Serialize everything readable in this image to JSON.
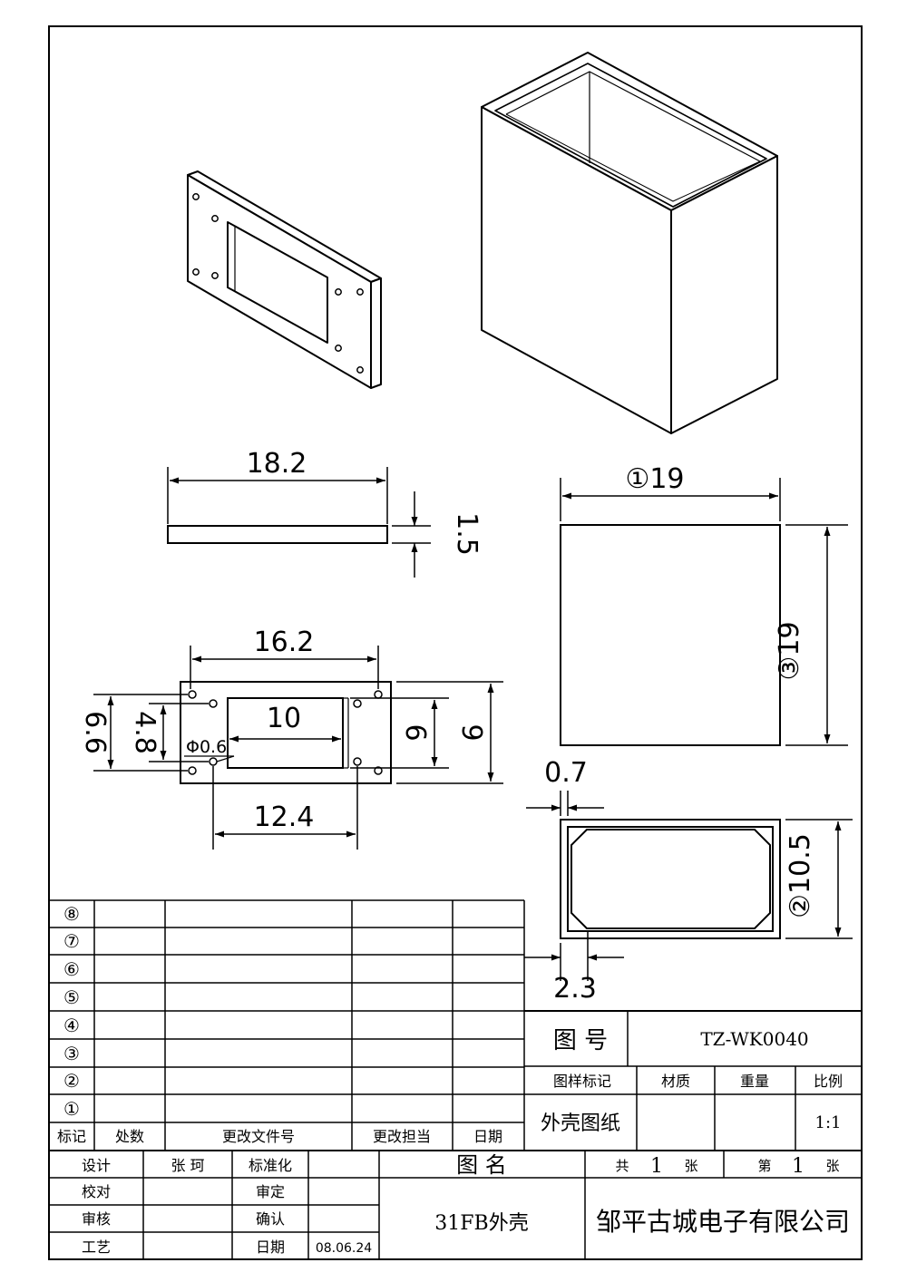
{
  "drawing": {
    "dims": {
      "bar_length": "18.2",
      "bar_thickness": "1.5",
      "hole_span": "16.2",
      "outer_height": "6.6",
      "hole_vspan": "4.8",
      "window_width": "10",
      "hole_dia": "Φ0.6",
      "window_height": "6",
      "plate_height": "9",
      "hole_hspan": "12.4",
      "box_width": "①19",
      "box_height": "③19",
      "wall": "0.7",
      "inner_offset": "2.3",
      "box_depth": "②10.5"
    }
  },
  "revision_table": {
    "row_marks": [
      "⑧",
      "⑦",
      "⑥",
      "⑤",
      "④",
      "③",
      "②",
      "①"
    ],
    "headers": [
      "标记",
      "处数",
      "更改文件号",
      "更改担当",
      "日期"
    ]
  },
  "title_block": {
    "drawing_no_label": "图 号",
    "drawing_no": "TZ-WK0040",
    "col_headers": [
      "图样标记",
      "材质",
      "重量",
      "比例"
    ],
    "sheet_mark": "外壳图纸",
    "material": "",
    "weight": "",
    "scale": "1:1",
    "design_label": "设计",
    "designer": "张 珂",
    "standardize_label": "标准化",
    "check_label": "校对",
    "review_label": "审定",
    "audit_label": "审核",
    "confirm_label": "确认",
    "process_label": "工艺",
    "date_label": "日期",
    "date": "08.06.24",
    "name_label": "图 名",
    "drawing_name": "31FB外壳",
    "total_label_1": "共",
    "total_sheets": "1",
    "total_label_2": "张",
    "sheet_label_1": "第",
    "sheet_no": "1",
    "sheet_label_2": "张",
    "company": "邹平古城电子有限公司"
  }
}
